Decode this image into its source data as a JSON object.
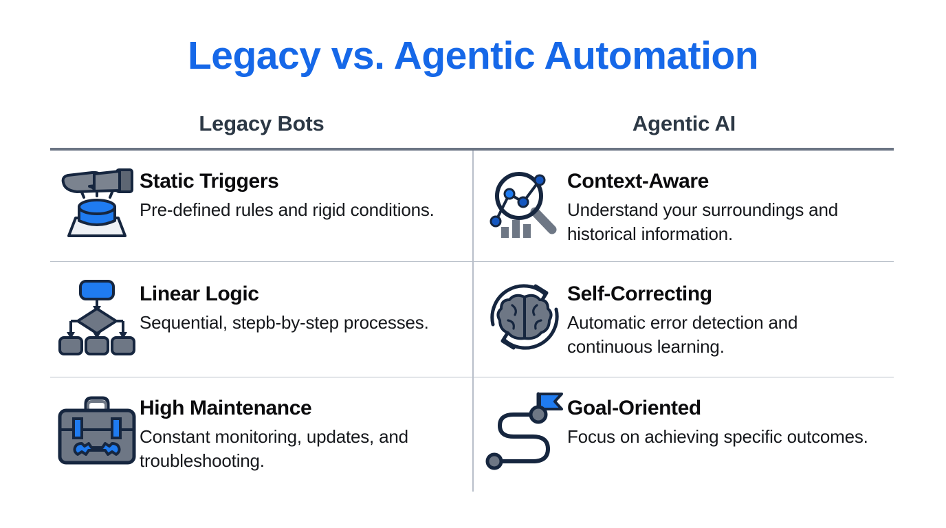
{
  "title": "Legacy vs. Agentic Automation",
  "colors": {
    "title_blue": "#1668e8",
    "header_slate": "#2c3845",
    "rule_gray": "#6b7584",
    "divider_gray": "#b8bfc9",
    "icon_blue": "#1f7bf0",
    "icon_gray": "#6e7785",
    "icon_outline": "#16263f",
    "body_text": "#16181c"
  },
  "columns": [
    {
      "id": "legacy",
      "header": "Legacy Bots"
    },
    {
      "id": "agentic",
      "header": "Agentic AI"
    }
  ],
  "rows": [
    {
      "left": {
        "icon": "hand-pressing-button-icon",
        "title": "Static Triggers",
        "desc": "Pre-defined rules and rigid conditions."
      },
      "right": {
        "icon": "magnifier-analytics-icon",
        "title": "Context-Aware",
        "desc": "Understand your surroundings and historical information."
      }
    },
    {
      "left": {
        "icon": "flowchart-icon",
        "title": "Linear Logic",
        "desc": "Sequential, stepb-by-step processes."
      },
      "right": {
        "icon": "brain-refresh-icon",
        "title": "Self-Correcting",
        "desc": "Automatic error detection and continuous learning."
      }
    },
    {
      "left": {
        "icon": "toolbox-wrench-icon",
        "title": "High Maintenance",
        "desc": "Constant monitoring, updates, and troubleshooting."
      },
      "right": {
        "icon": "goal-path-flag-icon",
        "title": "Goal-Oriented",
        "desc": "Focus on achieving specific outcomes."
      }
    }
  ]
}
